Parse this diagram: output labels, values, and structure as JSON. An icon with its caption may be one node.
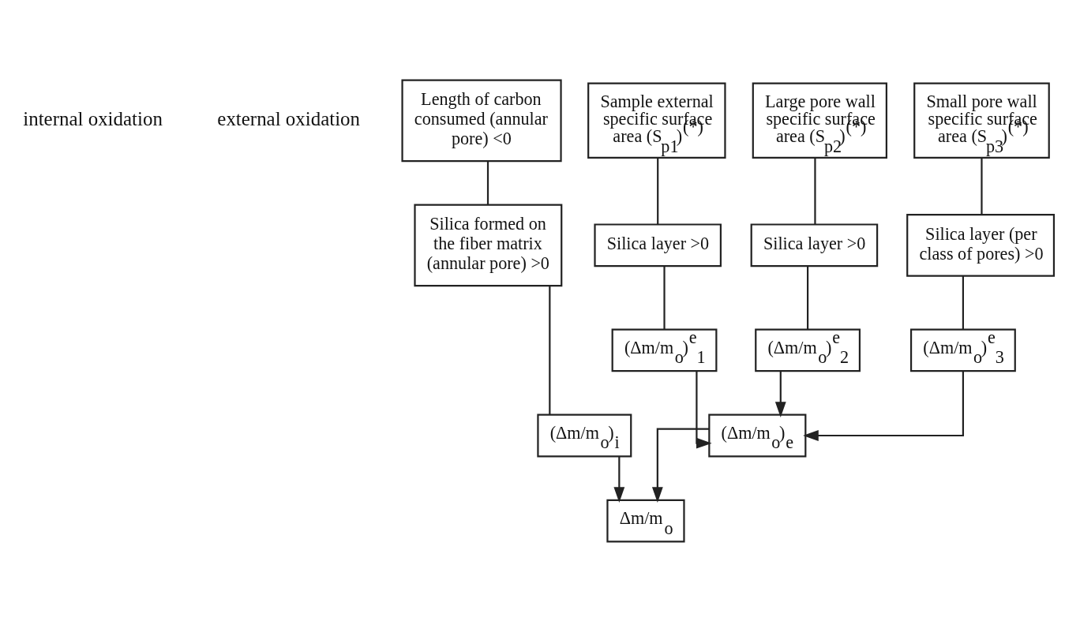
{
  "diagram": {
    "nodes": [
      {
        "text": [
          "Length of carbon consumed (annular pore) <0"
        ]
      },
      {
        "text": [
          "Sample external specific surface area (S$_{p1}$)$^{(*)}$"
        ]
      },
      {
        "text": [
          "Large pore wall specific surface area (S$_{p2}$)$^{(*)}$"
        ]
      },
      {
        "text": [
          "Small pore wall specific surface area (S$_{p3}$)$^{(*)}$"
        ]
      },
      {
        "text": [
          "Silica formed on the fiber matrix (annular pore) >0"
        ]
      },
      {
        "text": [
          "Silica layer >0"
        ]
      },
      {
        "text": [
          "Silica layer >0"
        ]
      },
      {
        "text": [
          "Silica layer (per class of pores) >0"
        ]
      },
      {
        "text": [
          "(Δm/m$_{o}$)$_{i}$"
        ]
      },
      {
        "text": [
          "(Δm/m$_{o}$)$^{e}$$_{1}$"
        ]
      },
      {
        "text": [
          "(Δm/m$_{o}$)$^{e}$$_{2}$"
        ]
      },
      {
        "text": [
          "(Δm/m$_{o}$)$^{e}$$_{3}$"
        ]
      },
      {
        "text": [
          "(Δm/m$_{o}$)$_{e}$"
        ]
      },
      {
        "text": [
          "Δm/m$_{o}$"
        ]
      }
    ],
    "edges": [
      {
        "from": 0,
        "to": 4,
        "arrow": "none"
      },
      {
        "from": 1,
        "to": 5,
        "arrow": "none"
      },
      {
        "from": 2,
        "to": 6,
        "arrow": "none"
      },
      {
        "from": 3,
        "to": 7,
        "arrow": "none"
      },
      {
        "from": 4,
        "to": 8,
        "arrow": "none"
      },
      {
        "from": 5,
        "to": 9,
        "arrow": "none"
      },
      {
        "from": 6,
        "to": 10,
        "arrow": "none"
      },
      {
        "from": 7,
        "to": 11,
        "arrow": "none"
      },
      {
        "from": 9,
        "to": 12,
        "arrow": "to"
      },
      {
        "from": 10,
        "to": 12,
        "arrow": "to"
      },
      {
        "from": 11,
        "to": 12,
        "arrow": "to"
      },
      {
        "from": 8,
        "to": 13,
        "arrow": "to"
      },
      {
        "from": 12,
        "to": 13,
        "arrow": "to"
      }
    ],
    "labels": [
      "internal oxidation",
      "external oxidation"
    ]
  }
}
